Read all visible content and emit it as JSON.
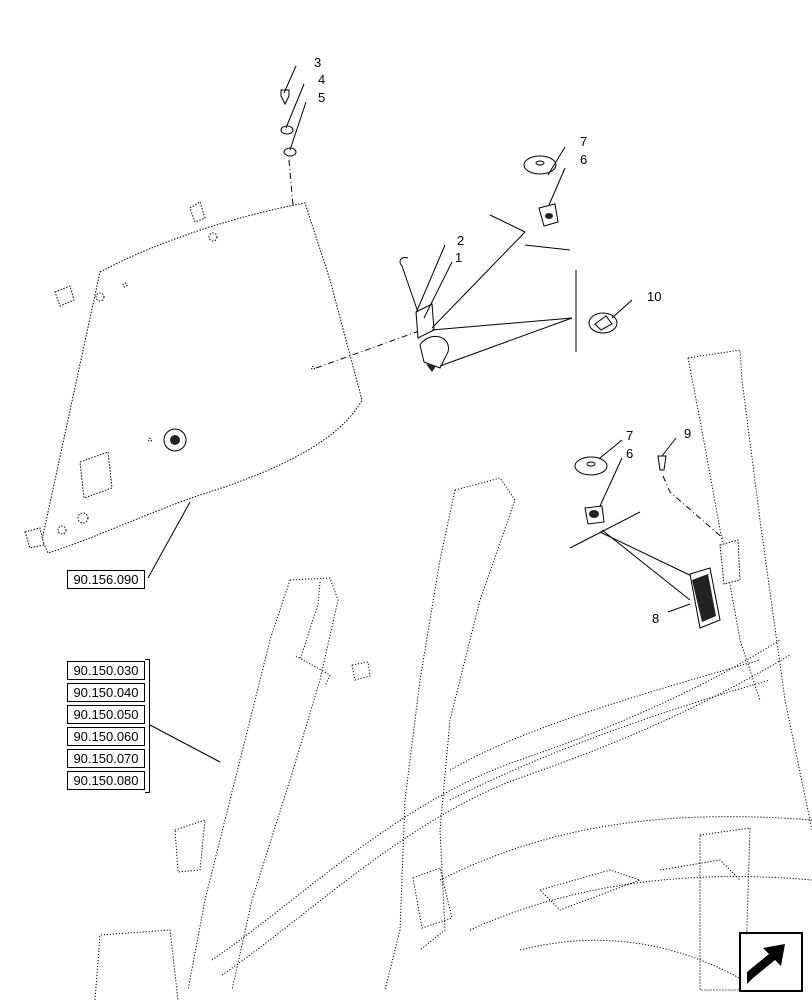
{
  "diagram": {
    "callouts": [
      "1",
      "2",
      "3",
      "4",
      "5",
      "6",
      "7",
      "8",
      "9",
      "10"
    ],
    "callout_6b": "6",
    "callout_7b": "7",
    "references": {
      "window": "90.156.090",
      "stack": [
        "90.150.030",
        "90.150.040",
        "90.150.050",
        "90.150.060",
        "90.150.070",
        "90.150.080"
      ]
    },
    "icons": {
      "nav": "next-page-arrow-icon"
    }
  }
}
